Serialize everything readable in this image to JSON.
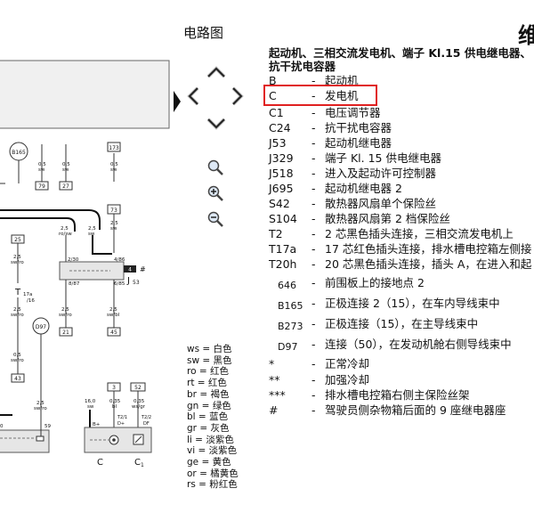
{
  "page": {
    "title": "电路图",
    "corner_glyph": "维"
  },
  "heading": {
    "line1": "起动机、三相交流发电机、端子 Kl.15 供电继电器、",
    "line2": "抗干扰电容器"
  },
  "legend": [
    {
      "code": "B",
      "desc": "起动机"
    },
    {
      "code": "C",
      "desc": "发电机"
    },
    {
      "code": "C1",
      "desc": "电压调节器"
    },
    {
      "code": "C24",
      "desc": "抗干扰电容器"
    },
    {
      "code": "J53",
      "desc": "起动机继电器"
    },
    {
      "code": "J329",
      "desc": "端子 Kl. 15 供电继电器"
    },
    {
      "code": "J518",
      "desc": "进入及起动许可控制器"
    },
    {
      "code": "J695",
      "desc": "起动机继电器 2"
    },
    {
      "code": "S42",
      "desc": "散热器风扇单个保险丝"
    },
    {
      "code": "S104",
      "desc": "散热器风扇第 2 档保险丝"
    },
    {
      "code": "T2",
      "desc": "2 芯黑色插头连接，三相交流发电机上"
    },
    {
      "code": "T17a",
      "desc": "17 芯红色插头连接，排水槽电控箱左侧接"
    },
    {
      "code": "T20h",
      "desc": "20 芯黑色插头连接，插头 A，在进入和起"
    },
    {
      "code": "646",
      "desc": "前围板上的接地点 2"
    },
    {
      "code": "B165",
      "desc": "正极连接 2（15），在车内导线束中"
    },
    {
      "code": "B273",
      "desc": "正极连接（15），在主导线束中"
    },
    {
      "code": "D97",
      "desc": "连接（50），在发动机舱右侧导线束中"
    },
    {
      "code": "*",
      "desc": "正常冷却"
    },
    {
      "code": "**",
      "desc": "加强冷却"
    },
    {
      "code": "***",
      "desc": "排水槽电控箱右侧主保险丝架"
    },
    {
      "code": "#",
      "desc": "驾驶员侧杂物箱后面的 9 座继电器座"
    }
  ],
  "colors": [
    {
      "code": "ws",
      "name": "白色"
    },
    {
      "code": "sw",
      "name": "黑色"
    },
    {
      "code": "ro",
      "name": "红色"
    },
    {
      "code": "rt",
      "name": "红色"
    },
    {
      "code": "br",
      "name": "褐色"
    },
    {
      "code": "gn",
      "name": "绿色"
    },
    {
      "code": "bl",
      "name": "蓝色"
    },
    {
      "code": "gr",
      "name": "灰色"
    },
    {
      "code": "li",
      "name": "淡紫色"
    },
    {
      "code": "vi",
      "name": "淡紫色"
    },
    {
      "code": "ge",
      "name": "黄色"
    },
    {
      "code": "or",
      "name": "橘黄色"
    },
    {
      "code": "rs",
      "name": "粉红色"
    }
  ],
  "diagram": {
    "b165": "B165",
    "d97": "D97",
    "box173": "173",
    "box79": "79",
    "box27": "27",
    "box73": "73",
    "box25": "25",
    "box21": "21",
    "box45": "45",
    "box43": "43",
    "box3": "3",
    "box52": "52",
    "w05sw_a": "0,5",
    "w05sw_a_c": "sw",
    "w05sw_b": "0,5",
    "w05sw_b_c": "sw",
    "w05sw_c": "0,5",
    "w05sw_c_c": "sw",
    "w25_a": "2,5",
    "w25_a_c": "ro/sw",
    "w25_b": "2,5",
    "w25_b_c": "sw",
    "w25_c": "2,5",
    "w25_c_c": "sw",
    "w25_d": "2,5",
    "w25_d_c": "sw/ro",
    "w25_e": "2,5",
    "w25_e_c": "sw/ro",
    "w25_f": "2,5",
    "w25_f_c": "sw/ro",
    "w25_g": "2,5",
    "w25_g_c": "sw/bl",
    "w05_h": "0,5",
    "w05_h_c": "sw/ro",
    "w25_i": "2,5",
    "w25_i_c": "sw/ro",
    "w16": "16,0",
    "w16_c": "sw",
    "w035": "0,35",
    "w035_c": "bl",
    "w035b": "0,35",
    "w035b_c": "ws/gr",
    "relay_230": "2/30",
    "relay_887": "8/87",
    "relay_486": "4/86",
    "relay_685": "6/85",
    "relay_num": "4",
    "relay_hash": "#",
    "j53": "J",
    "j53_sub": "53",
    "t17a": "T",
    "t17a_sub": "17a",
    "t17a_pin": "/16",
    "pin59": "59",
    "pin0": "0",
    "bplus": "B+",
    "t21": "T2/1",
    "dplus": "D+",
    "t22": "T2/2",
    "df": "DF",
    "label_c": "C",
    "label_c1": "C",
    "label_c1_sub": "1",
    "mark_b": "B",
    "mark_j": "J"
  }
}
